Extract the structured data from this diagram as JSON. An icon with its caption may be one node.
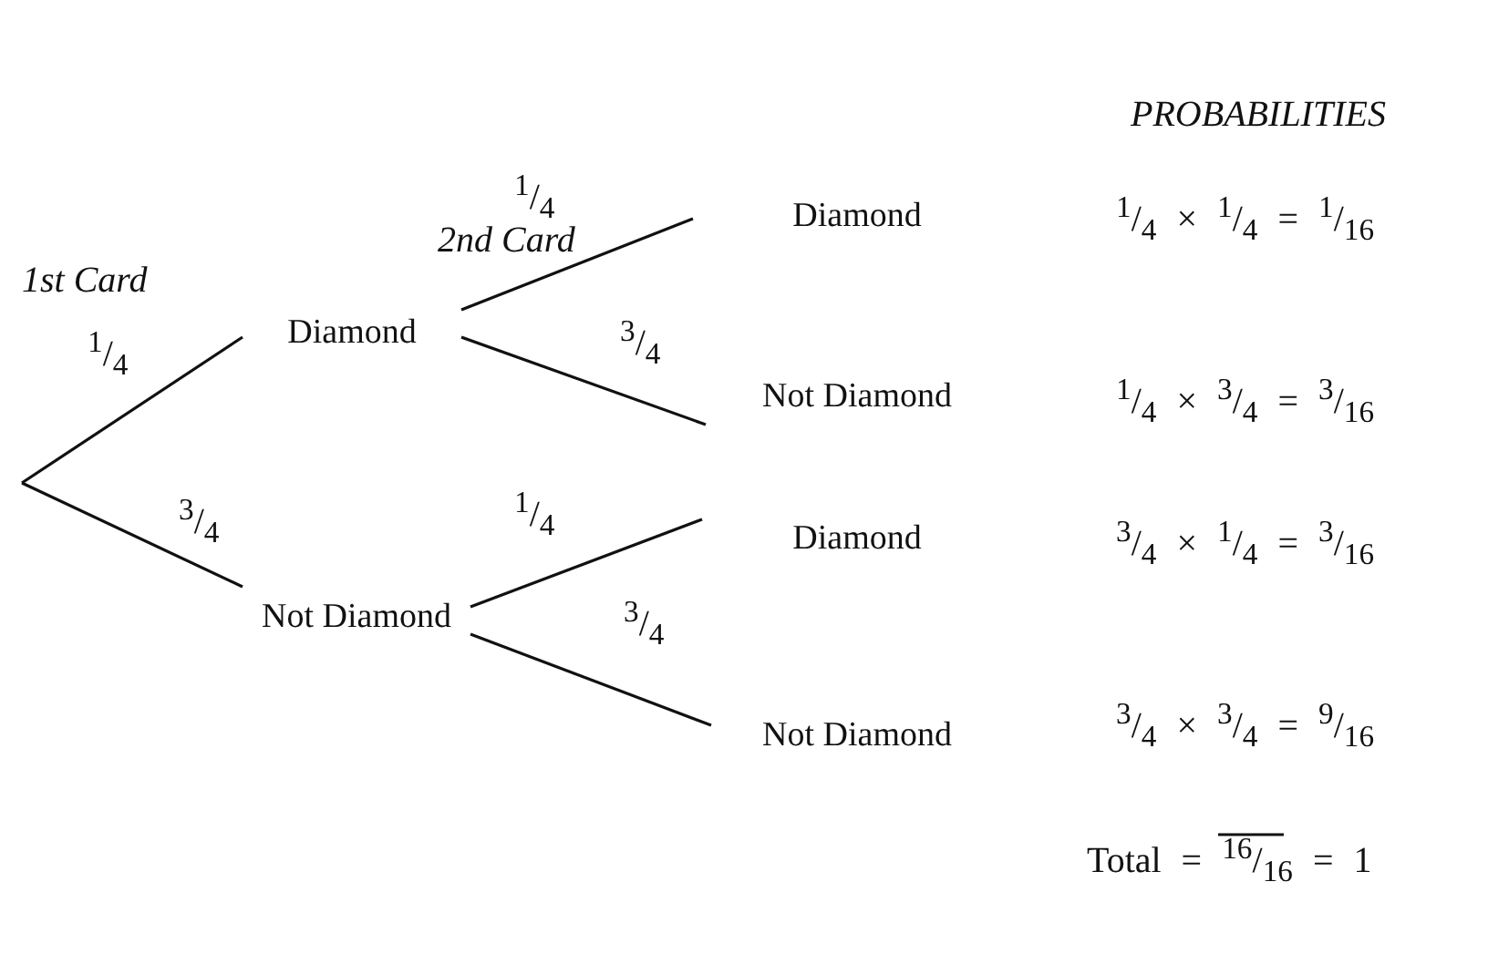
{
  "diagram": {
    "nodes": [
      {
        "text": [
          "Diamond"
        ]
      },
      {
        "text": [
          "Not Diamond"
        ]
      },
      {
        "text": [
          "Diamond"
        ]
      },
      {
        "text": [
          "Not Diamond"
        ]
      },
      {
        "text": [
          "Diamond"
        ]
      },
      {
        "text": [
          "Not Diamond"
        ]
      }
    ],
    "edges": [
      {
        "from": null,
        "to": 0,
        "arrow": "none",
        "label": "$^{1}$/$_{4}$"
      },
      {
        "from": null,
        "to": 1,
        "arrow": "none",
        "label": "$^{3}$/$_{4}$"
      },
      {
        "from": 0,
        "to": 2,
        "arrow": "none",
        "label": "$^{1}$/$_{4}$"
      },
      {
        "from": 0,
        "to": 3,
        "arrow": "none",
        "label": "$^{3}$/$_{4}$"
      },
      {
        "from": 1,
        "to": 4,
        "arrow": "none",
        "label": "$^{1}$/$_{4}$"
      },
      {
        "from": 1,
        "to": 5,
        "arrow": "none",
        "label": "$^{3}$/$_{4}$"
      }
    ],
    "labels": [
      "PROBABILITIES",
      "1st Card",
      "2nd Card",
      "$^{1}$/$_{4}$ × $^{1}$/$_{4}$ = $^{1}$/$_{16}$",
      "$^{1}$/$_{4}$ × $^{3}$/$_{4}$ = $^{3}$/$_{16}$",
      "$^{3}$/$_{4}$ × $^{1}$/$_{4}$ = $^{3}$/$_{16}$",
      "$^{3}$/$_{4}$ × $^{3}$/$_{4}$ = $^{9}$/$_{16}$",
      "Total = $^{16}$/$_{16}$ = 1"
    ]
  }
}
